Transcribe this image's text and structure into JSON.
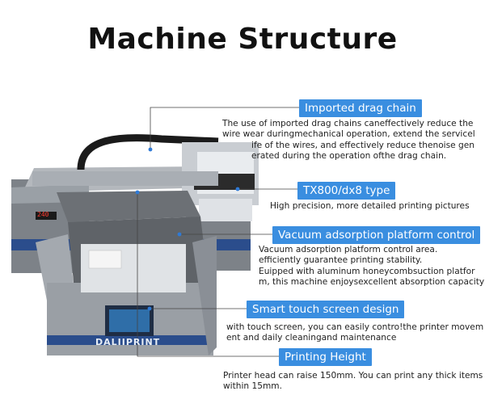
{
  "title": "Machine Structure",
  "brand_label": "DALIIPRINT",
  "display_reading": "240",
  "features": [
    {
      "label": "Imported drag chain",
      "lines": [
        "The use of imported drag chains caneffectively reduce the",
        "wire wear duringmechanical operation, extend the servicel",
        "ife of the wires, and effectively reduce thenoise gen",
        "erated during the operation ofthe drag chain."
      ]
    },
    {
      "label": "TX800/dx8 type",
      "lines": [
        "High precision, more detailed printing pictures"
      ]
    },
    {
      "label": "Vacuum adsorption platform control",
      "lines": [
        "Vacuum adsorption platform control area.",
        "efficiently guarantee printing stability.",
        "Euipped with aluminum honeycombsuction platfor",
        "m, this machine enjoysexcellent absorption capacity"
      ]
    },
    {
      "label": "Smart touch screen design",
      "lines": [
        "with touch screen, you can easily contro!the printer movem",
        "ent and daily cleaningand maintenance"
      ]
    },
    {
      "label": "Printing Height",
      "lines": [
        "Printer head can raise 150mm. You can print any thick items",
        "within 15mm."
      ]
    }
  ],
  "colors": {
    "accent": "#3a8ee0",
    "machine_body": "#8a8f96",
    "machine_stripe": "#2b4d8c"
  }
}
